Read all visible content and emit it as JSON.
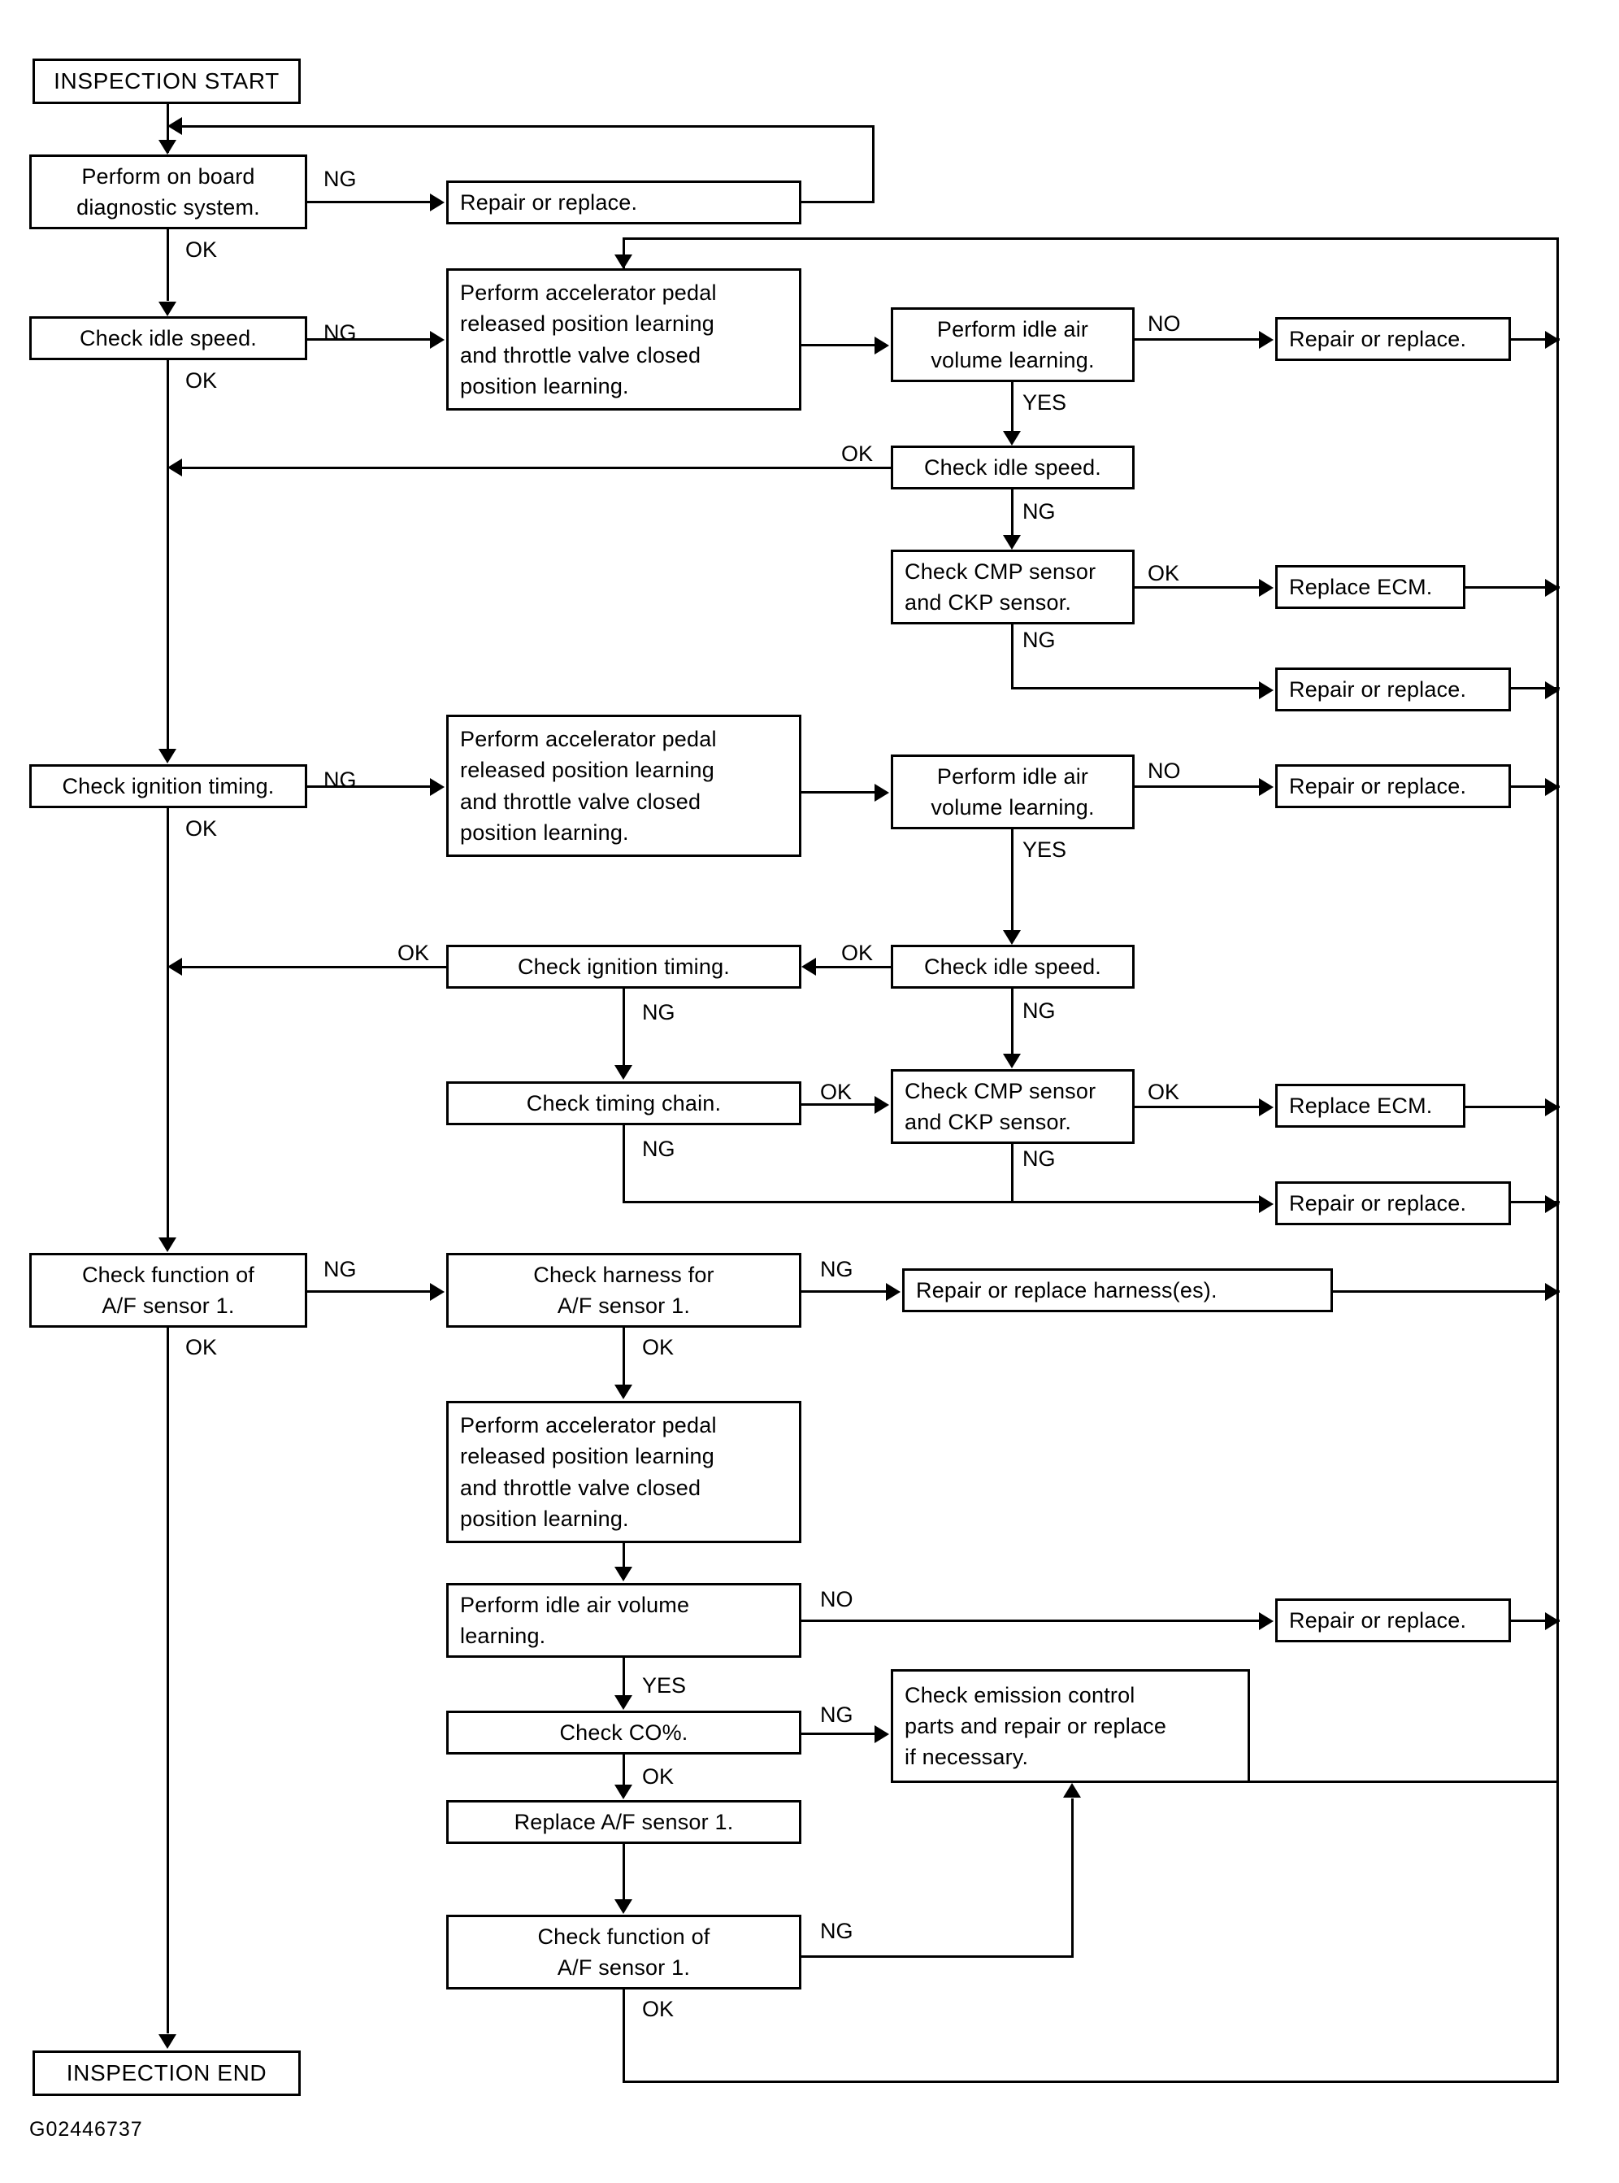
{
  "figure": {
    "id_label": "G02446737",
    "type": "flowchart",
    "title": "Engine inspection / diagnosis trouble diagnosis flow"
  },
  "nodes": {
    "start": "INSPECTION START",
    "end": "INSPECTION END",
    "obd": "Perform on board\ndiagnostic system.",
    "repair_replace_1": "Repair or replace.",
    "idle_speed_1": "Check idle speed.",
    "learn_1": "Perform accelerator pedal\nreleased position learning\nand throttle valve closed\nposition learning.",
    "iavl_1": "Perform idle air\nvolume learning.",
    "repair_replace_2": "Repair or replace.",
    "idle_speed_2": "Check idle speed.",
    "cmp_ckp_1": "Check CMP sensor\nand CKP sensor.",
    "replace_ecm_1": "Replace ECM.",
    "repair_replace_3": "Repair or replace.",
    "ign_timing_1": "Check ignition timing.",
    "learn_2": "Perform accelerator pedal\nreleased position learning\nand throttle valve closed\nposition learning.",
    "iavl_2": "Perform idle air\nvolume learning.",
    "repair_replace_4": "Repair or replace.",
    "idle_speed_3": "Check idle speed.",
    "ign_timing_2": "Check ignition timing.",
    "timing_chain": "Check timing chain.",
    "cmp_ckp_2": "Check CMP sensor\nand CKP sensor.",
    "replace_ecm_2": "Replace ECM.",
    "repair_replace_5": "Repair or replace.",
    "af_func_1": "Check function of\nA/F sensor 1.",
    "af_harness": "Check harness for\nA/F sensor 1.",
    "repair_harness": "Repair or replace harness(es).",
    "learn_3": "Perform accelerator pedal\nreleased position learning\nand throttle valve closed\nposition learning.",
    "iavl_3": "Perform idle air volume\nlearning.",
    "repair_replace_6": "Repair or replace.",
    "check_co": "Check CO%.",
    "emission": "Check emission control\nparts and repair or replace\nif necessary.",
    "replace_af": "Replace A/F sensor 1.",
    "af_func_2": "Check function of\nA/F sensor 1."
  },
  "edge_labels": {
    "obd_ng": "NG",
    "obd_ok": "OK",
    "idle1_ng": "NG",
    "idle1_ok": "OK",
    "iavl1_no": "NO",
    "iavl1_yes": "YES",
    "idle2_ok": "OK",
    "idle2_ng": "NG",
    "cmp1_ok": "OK",
    "cmp1_ng": "NG",
    "ign1_ng": "NG",
    "ign1_ok": "OK",
    "iavl2_no": "NO",
    "iavl2_yes": "YES",
    "idle3_ok": "OK",
    "idle3_ng": "NG",
    "ign2_ok": "OK",
    "ign2_ng": "NG",
    "chain_ok": "OK",
    "chain_ng": "NG",
    "cmp2_ok": "OK",
    "cmp2_ng": "NG",
    "af1_ng": "NG",
    "af1_ok": "OK",
    "harness_ng": "NG",
    "harness_ok": "OK",
    "iavl3_no": "NO",
    "iavl3_yes": "YES",
    "co_ng": "NG",
    "co_ok": "OK",
    "af2_ng": "NG",
    "af2_ok": "OK"
  },
  "colors": {
    "line": "#000000",
    "background": "#ffffff",
    "text": "#000000"
  }
}
